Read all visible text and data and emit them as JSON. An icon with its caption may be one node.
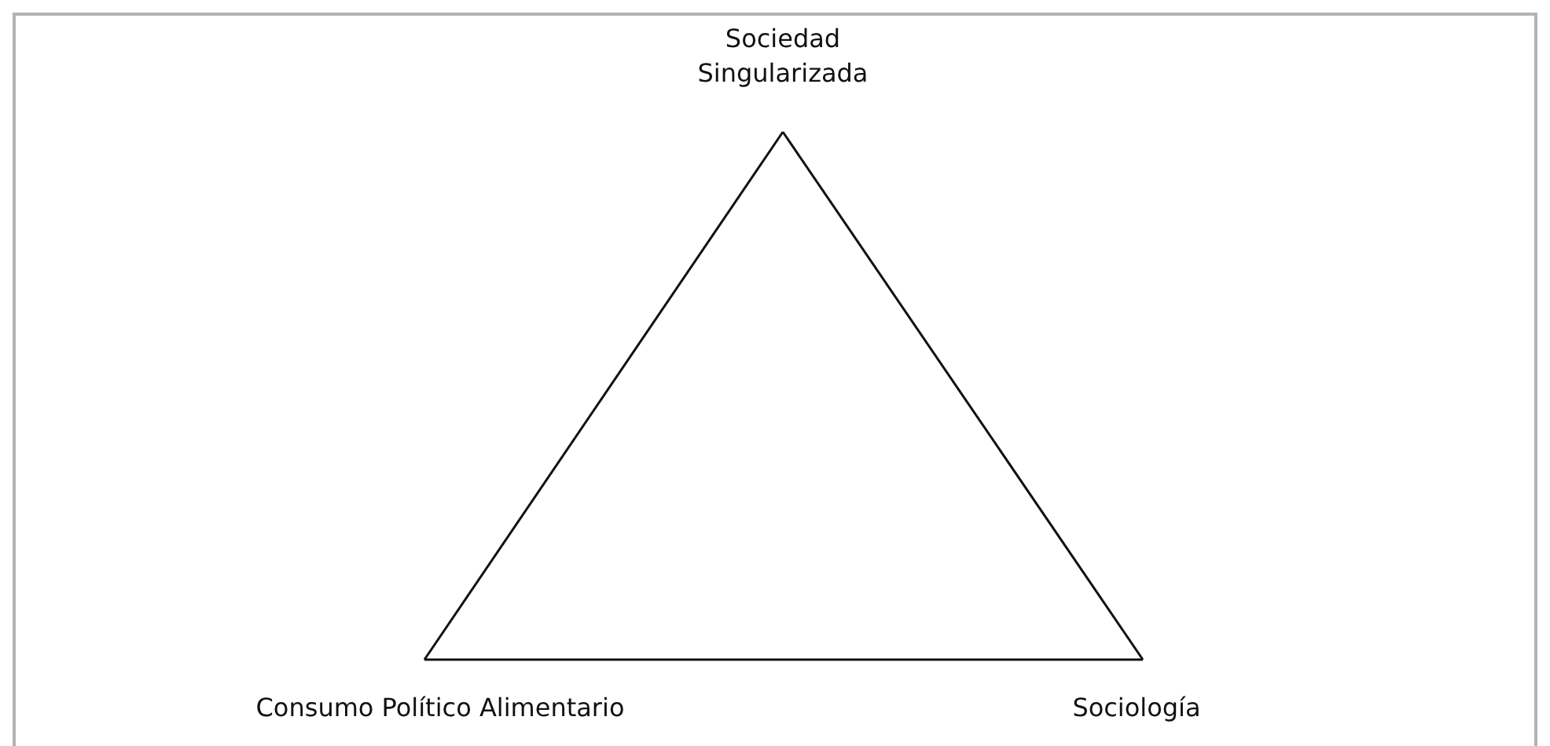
{
  "diagram": {
    "nodes": [
      {
        "text": [
          "Sociedad Singularizada"
        ]
      },
      {
        "text": [
          "Consumo Político Alimentario"
        ]
      },
      {
        "text": [
          "Sociología"
        ]
      }
    ],
    "edges": [
      {
        "from": 0,
        "to": 1,
        "arrow": "none"
      },
      {
        "from": 1,
        "to": 2,
        "arrow": "none"
      },
      {
        "from": 2,
        "to": 0,
        "arrow": "none"
      }
    ]
  }
}
